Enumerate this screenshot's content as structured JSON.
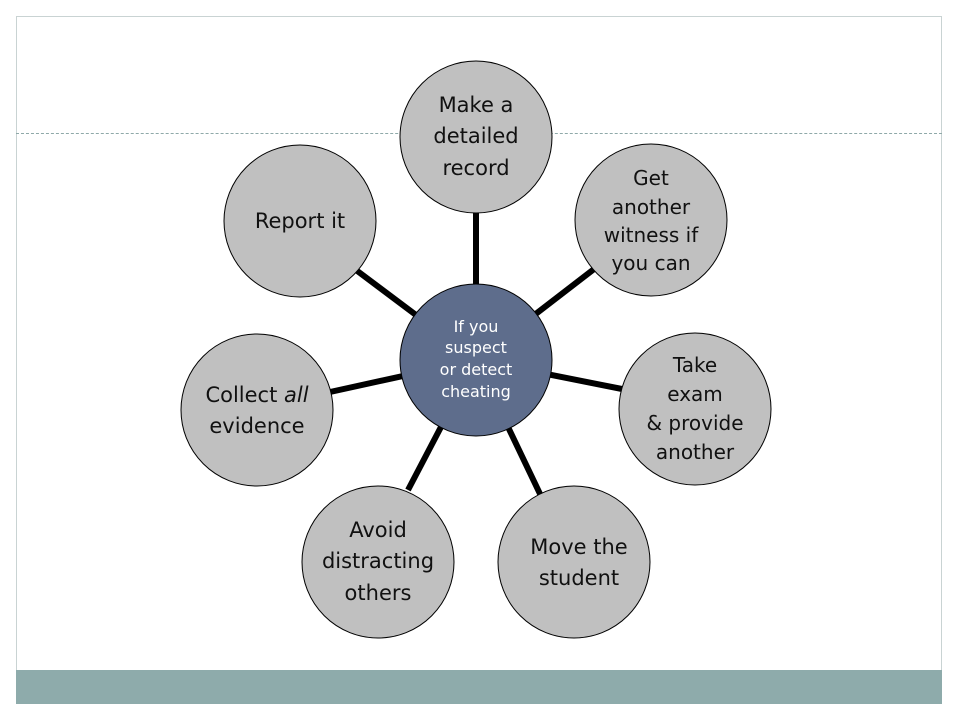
{
  "diagram": {
    "type": "radial-cycle",
    "colors": {
      "hub_fill": "#5e6d8c",
      "node_fill": "#c0c0c0",
      "outline": "#000000",
      "connector": "#000000",
      "footer_band": "#8eabab",
      "hub_text": "#ffffff",
      "node_text": "#111111"
    },
    "hub": {
      "label": "If you\nsuspect\nor detect\ncheating"
    },
    "nodes": [
      {
        "id": "record",
        "label": "Make a\ndetailed\nrecord"
      },
      {
        "id": "witness",
        "label": "Get\nanother\nwitness if\nyou can"
      },
      {
        "id": "exam",
        "label": "Take\nexam\n& provide\nanother"
      },
      {
        "id": "move",
        "label": "Move the\nstudent"
      },
      {
        "id": "avoid",
        "label": "Avoid\ndistracting\nothers"
      },
      {
        "id": "collect",
        "label_prefix": "Collect ",
        "label_emphasis": "all",
        "label_suffix": "evidence"
      },
      {
        "id": "report",
        "label": "Report it"
      }
    ]
  }
}
